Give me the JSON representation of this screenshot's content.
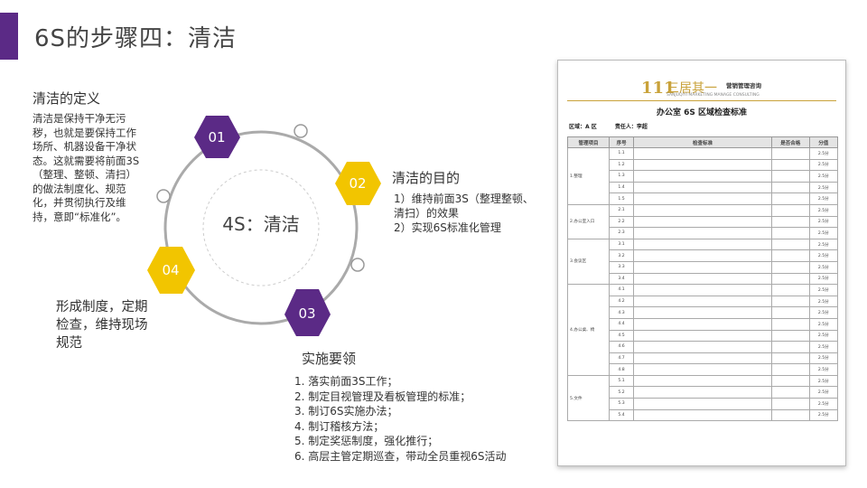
{
  "slide": {
    "title": "6S的步骤四：清洁"
  },
  "definition": {
    "heading": "清洁的定义",
    "text": "清洁是保持干净无污秽，也就是要保持工作场所、机器设备干净状态。这就需要将前面3S（整理、整顿、清扫）的做法制度化、规范化，并贯彻执行及维持，意即“标准化”。"
  },
  "cycle": {
    "center_label": "4S：清洁",
    "steps": [
      "01",
      "02",
      "03",
      "04"
    ],
    "colors": {
      "purple": "#5b2a86",
      "yellow": "#f2c500",
      "ring": "#aaaaaa"
    }
  },
  "purpose": {
    "heading": "清洁的目的",
    "items": [
      "1）维持前面3S（整理整顿、清扫）的效果",
      "2）实现6S标准化管理"
    ]
  },
  "form": {
    "text": "形成制度，定期检查，维持现场规范"
  },
  "implementation": {
    "heading": "实施要领",
    "items": [
      "1. 落实前面3S工作；",
      "2. 制定目视管理及看板管理的标准；",
      "3. 制订6S实施办法；",
      "4. 制订稽核方法；",
      "5. 制定奖惩制度，强化推行；",
      "6. 高层主管定期巡查，带动全员重视6S活动"
    ]
  },
  "document": {
    "logo": {
      "mark": "111",
      "name": "三居其一",
      "tagline": "营销管理咨询",
      "english": "SANJUQIYI MARKETING MANAGE CONSULTING"
    },
    "title": "办公室 6S 区域检查标准",
    "area": "区域：A 区",
    "owner": "责任人：李超",
    "headers": [
      "管理项目",
      "序号",
      "检查标准",
      "是否合格",
      "分值"
    ],
    "groups": [
      {
        "name": "1.整理",
        "rows": [
          [
            "1.1",
            "",
            "2.5分"
          ],
          [
            "1.2",
            "",
            "2.5分"
          ],
          [
            "1.3",
            "",
            "2.5分"
          ],
          [
            "1.4",
            "",
            "2.5分"
          ],
          [
            "1.5",
            "",
            "2.5分"
          ]
        ]
      },
      {
        "name": "2.办公室入口",
        "rows": [
          [
            "2.1",
            "",
            "2.5分"
          ],
          [
            "2.2",
            "",
            "2.5分"
          ],
          [
            "2.3",
            "",
            "2.5分"
          ]
        ]
      },
      {
        "name": "3.会议区",
        "rows": [
          [
            "3.1",
            "",
            "2.5分"
          ],
          [
            "3.2",
            "",
            "2.5分"
          ],
          [
            "3.3",
            "",
            "2.5分"
          ],
          [
            "3.4",
            "",
            "2.5分"
          ]
        ]
      },
      {
        "name": "4.办公桌、椅",
        "rows": [
          [
            "4.1",
            "",
            "2.5分"
          ],
          [
            "4.2",
            "",
            "2.5分"
          ],
          [
            "4.3",
            "",
            "2.5分"
          ],
          [
            "4.4",
            "",
            "2.5分"
          ],
          [
            "4.5",
            "",
            "2.5分"
          ],
          [
            "4.6",
            "",
            "2.5分"
          ],
          [
            "4.7",
            "",
            "2.5分"
          ],
          [
            "4.8",
            "",
            "2.5分"
          ]
        ]
      },
      {
        "name": "5.文件",
        "rows": [
          [
            "5.1",
            "",
            "2.5分"
          ],
          [
            "5.2",
            "",
            "2.5分"
          ],
          [
            "5.3",
            "",
            "2.5分"
          ],
          [
            "5.4",
            "",
            "2.5分"
          ]
        ]
      }
    ]
  }
}
